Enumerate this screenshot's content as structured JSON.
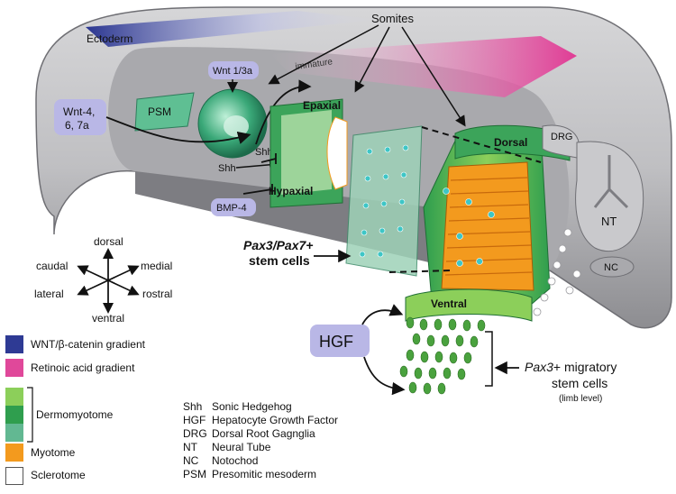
{
  "labels": {
    "ectoderm": "Ectoderm",
    "immature": "immature",
    "somites": "Somites",
    "wnt13a": "Wnt 1/3a",
    "psm": "PSM",
    "wnt467a_line1": "Wnt-4,",
    "wnt467a_line2": "6, 7a",
    "shh_upper": "Shh",
    "shh_lower": "Shh",
    "epaxial": "Epaxial",
    "hypaxial": "Hypaxial",
    "bmp4": "BMP-4",
    "dorsal": "Dorsal",
    "ventral": "Ventral",
    "drg": "DRG",
    "nt": "NT",
    "nc": "NC",
    "pax37_line1": "Pax3/Pax7+",
    "pax37_line2": "stem cells",
    "hgf": "HGF",
    "pax3_line1_italic": "Pax3",
    "pax3_line1_rest": "+ migratory",
    "pax3_line2": "stem cells",
    "pax3_line3": "(limb level)"
  },
  "compass": {
    "dorsal": "dorsal",
    "ventral": "ventral",
    "caudal": "caudal",
    "medial": "medial",
    "lateral": "lateral",
    "rostral": "rostral"
  },
  "legend": [
    {
      "color": "#2e3a94",
      "label": "WNT/β-catenin gradient"
    },
    {
      "color": "#e0489a",
      "label": "Retinoic acid gradient"
    },
    {
      "color": "#8ccf5a",
      "label": ""
    },
    {
      "color": "#2f9e4e",
      "label": "Dermomyotome"
    },
    {
      "color": "#62b892",
      "label": ""
    },
    {
      "color": "#f39a1e",
      "label": "Myotome"
    },
    {
      "color": "#ffffff",
      "label": "Sclerotome"
    }
  ],
  "abbreviations": [
    {
      "key": "Shh",
      "value": "Sonic Hedgehog"
    },
    {
      "key": "HGF",
      "value": "Hepatocyte Growth Factor"
    },
    {
      "key": "DRG",
      "value": "Dorsal Root Gagnglia"
    },
    {
      "key": "NT",
      "value": "Neural Tube"
    },
    {
      "key": "NC",
      "value": "Notochod"
    },
    {
      "key": "PSM",
      "value": "Presomitic mesoderm"
    }
  ]
}
